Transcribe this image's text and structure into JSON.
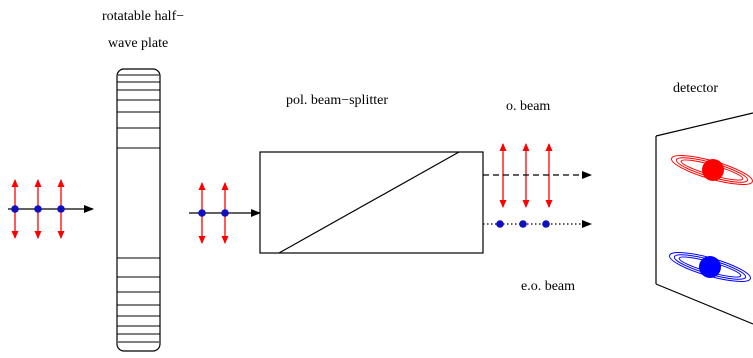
{
  "labels": {
    "waveplate_line1": "rotatable half−",
    "waveplate_line2": "wave plate",
    "splitter": "pol. beam−splitter",
    "o_beam": "o. beam",
    "eo_beam": "e.o. beam",
    "detector": "detector"
  },
  "colors": {
    "line": "#000000",
    "polarization_arrow": "#ff0000",
    "dot": "#1010c0",
    "ring_red": "#ff0000",
    "ring_blue": "#0000ff"
  },
  "icons": {
    "input_polarization": "mixed-polarization-arrows-icon",
    "o_beam_polarization": "vertical-polarization-arrows-icon",
    "eo_beam_polarization": "horizontal-polarization-dots-icon",
    "o_spot": "red-spot-icon",
    "eo_spot": "blue-spot-icon"
  }
}
